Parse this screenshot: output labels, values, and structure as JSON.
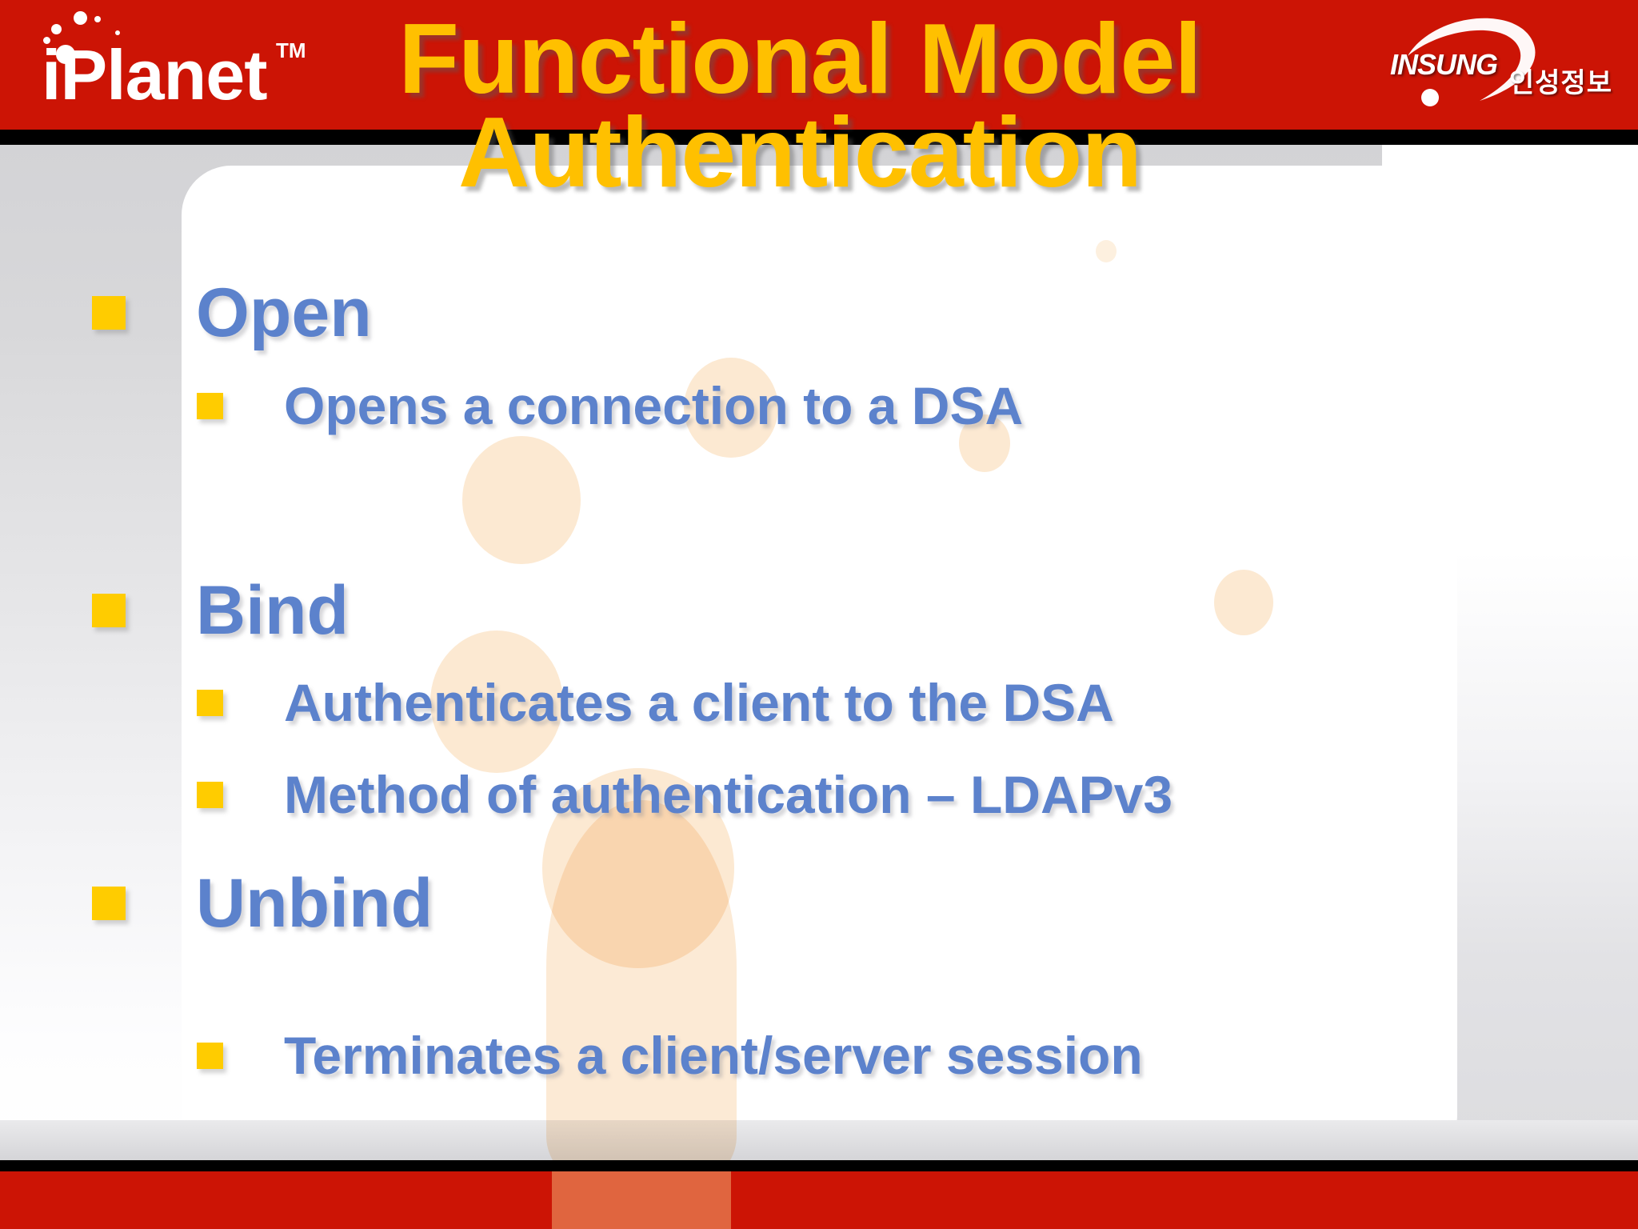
{
  "header": {
    "brand_logo": {
      "name": "iPlanet",
      "wordmark": "iPlanet",
      "trademark": "TM"
    },
    "title_line1": "Functional Model",
    "title_line2": "Authentication",
    "title_full": "Functional Model Authentication",
    "partner_logo": {
      "name": "INSUNG",
      "wordmark": "INSUNG",
      "korean_name": "인성정보"
    }
  },
  "colors": {
    "header_red": "#CC1405",
    "title_gold": "#FFC000",
    "bullet_yellow": "#FFCC00",
    "body_blue": "#5C82CC",
    "panel_white": "#FFFFFF",
    "background_gray": "#D3D3D6",
    "decoration_peach": "#FCE9D2",
    "rule_black": "#000000"
  },
  "body": {
    "items": [
      {
        "level": 1,
        "label": "Open",
        "children": [
          {
            "level": 2,
            "label": "Opens a connection to a DSA"
          }
        ]
      },
      {
        "level": 1,
        "label": "Bind",
        "children": [
          {
            "level": 2,
            "label": "Authenticates a client to the DSA"
          },
          {
            "level": 2,
            "label": "Method of authentication – LDAPv3"
          }
        ]
      },
      {
        "level": 1,
        "label": "Unbind",
        "children": [
          {
            "level": 2,
            "label": "Terminates a client/server session"
          }
        ]
      }
    ]
  }
}
